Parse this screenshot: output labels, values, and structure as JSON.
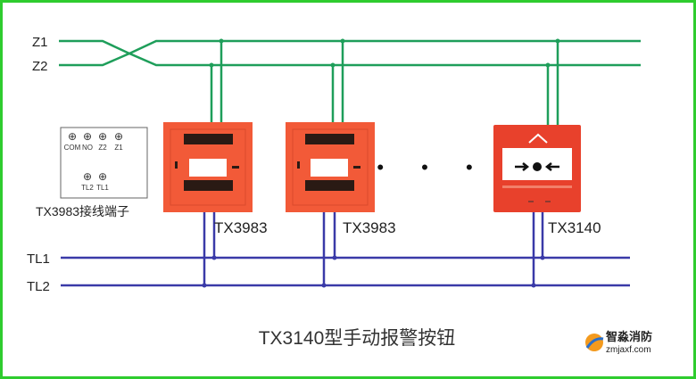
{
  "buses": {
    "z1": "Z1",
    "z2": "Z2",
    "tl1": "TL1",
    "tl2": "TL2"
  },
  "terminal_box": {
    "terminals_top": [
      "COM",
      "NO",
      "Z2",
      "Z1"
    ],
    "terminals_bottom": [
      "TL2",
      "TL1"
    ],
    "caption": "TX3983接线端子"
  },
  "devices": [
    {
      "label": "TX3983",
      "type": "module"
    },
    {
      "label": "TX3983",
      "type": "module"
    },
    {
      "label": "TX3140",
      "type": "manual-call-point"
    }
  ],
  "ellipsis": "• • •",
  "title": "TX3140型手动报警按钮",
  "logo": {
    "name": "智淼消防",
    "url": "zmjaxf.com"
  },
  "colors": {
    "border": "#2ecc2e",
    "bus_z": "#1e9e5a",
    "bus_tl": "#3a3aa8",
    "device": "#f25a38",
    "call_point": "#e8412c"
  }
}
